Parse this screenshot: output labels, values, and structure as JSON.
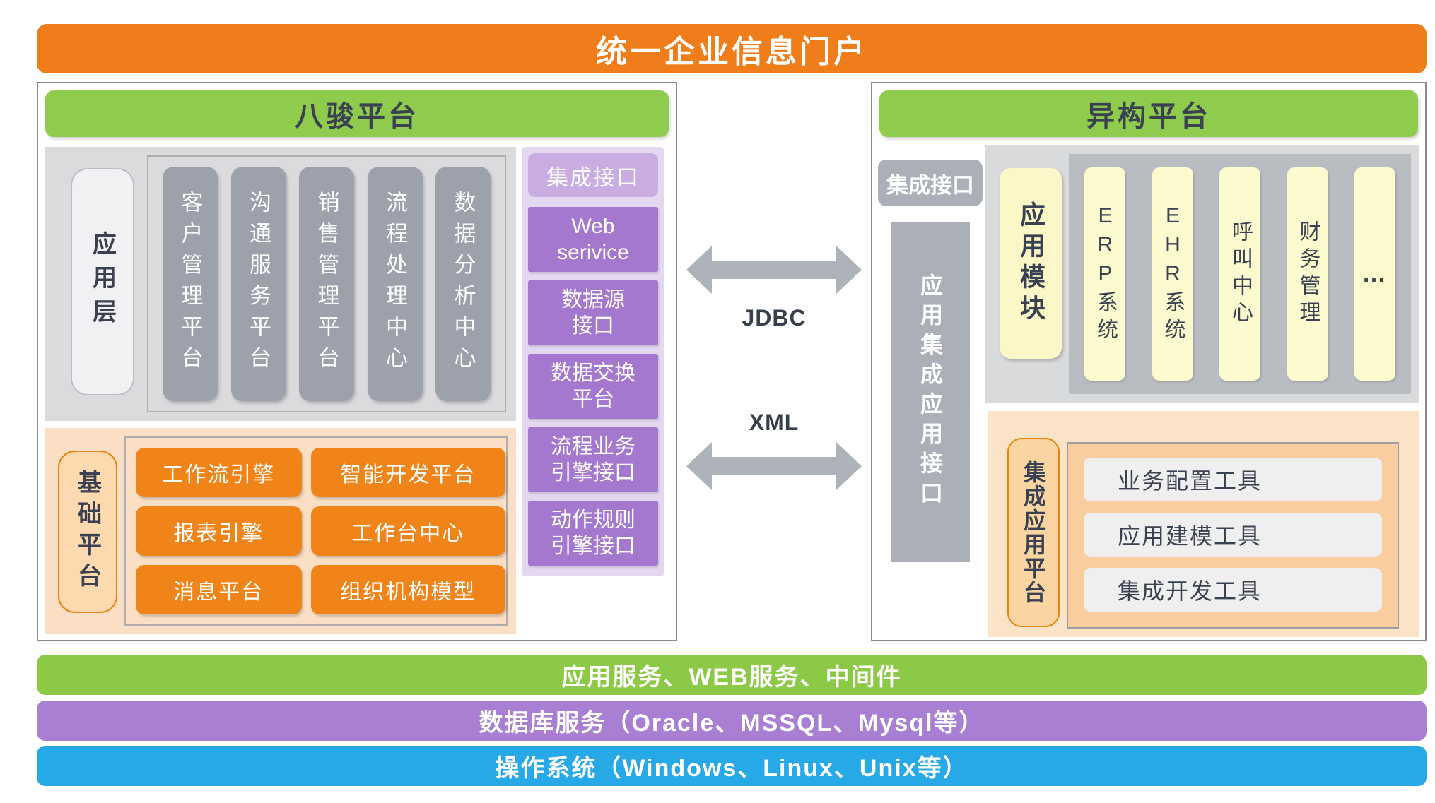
{
  "banner": {
    "title": "统一企业信息门户"
  },
  "left_platform": {
    "title": "八骏平台",
    "app_layer": {
      "label": "应用层",
      "columns": [
        "客户管理平台",
        "沟通服务平台",
        "销售管理平台",
        "流程处理中心",
        "数据分析中心"
      ]
    },
    "base_platform": {
      "label": "基础平台",
      "buttons": [
        "工作流引擎",
        "智能开发平台",
        "报表引擎",
        "工作台中心",
        "消息平台",
        "组织机构模型"
      ]
    },
    "interface_stack": {
      "header": "集成接口",
      "items": [
        "Web\nserivice",
        "数据源\n接口",
        "数据交换\n平台",
        "流程业务\n引擎接口",
        "动作规则\n引擎接口"
      ]
    }
  },
  "connectors": {
    "top_label": "JDBC",
    "bottom_label": "XML"
  },
  "right_platform": {
    "title": "异构平台",
    "integration_interface_badge": "集成接口",
    "integration_bus_label": "应用集成应用接口",
    "app_module": {
      "label": "应用模块",
      "columns": [
        "ERP系统",
        "EHR系统",
        "呼叫中心",
        "财务管理",
        "…"
      ]
    },
    "integration_platform": {
      "label": "集成应用平台",
      "tools": [
        "业务配置工具",
        "应用建模工具",
        "集成开发工具"
      ]
    }
  },
  "bottom_bars": [
    {
      "text": "应用服务、WEB服务、中间件",
      "color": "#8CC947"
    },
    {
      "text": "数据库服务（Oracle、MSSQL、Mysql等）",
      "color": "#A87FD2"
    },
    {
      "text": "操作系统（Windows、Linux、Unix等）",
      "color": "#27A9E8"
    }
  ],
  "colors": {
    "banner_orange": "#EF7D1A",
    "platform_green": "#8FCB4D",
    "module_gray": "#9CA1AB",
    "interface_purple_dark": "#A478CE",
    "interface_purple_light": "#C9ACE1",
    "purple_container": "#E3D8F0",
    "base_orange_container": "#FBDFC5",
    "button_orange": "#F08418",
    "orange_border": "#E8820E",
    "yellow_module": "#FCFACF",
    "right_gray": "#ABB0B8",
    "arrow_gray": "#AEB2B9",
    "text_dark": "#3A4150",
    "bar_green": "#8CC947",
    "bar_purple": "#A87FD2",
    "bar_blue": "#27A9E8"
  }
}
